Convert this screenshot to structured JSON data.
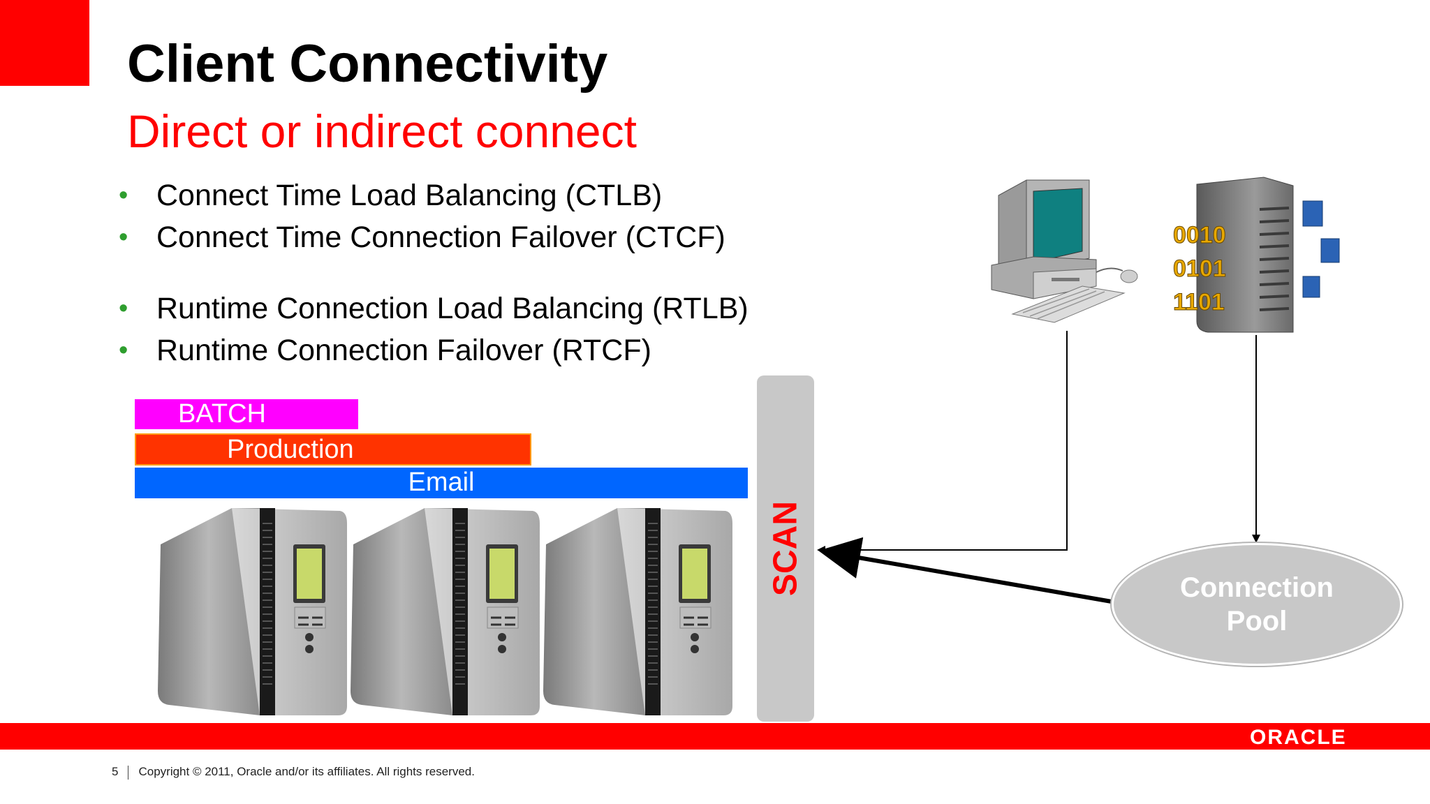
{
  "slide": {
    "title": "Client Connectivity",
    "subtitle": "Direct or indirect connect",
    "bullets": [
      "Connect Time Load Balancing (CTLB)",
      "Connect Time Connection Failover (CTCF)",
      "Runtime Connection Load Balancing (RTLB)",
      "Runtime Connection Failover (RTCF)"
    ]
  },
  "services": {
    "batch": "BATCH",
    "production": "Production",
    "email": "Email"
  },
  "scan_label": "SCAN",
  "pool_label": "Connection Pool",
  "server_code": [
    "0010",
    "0101",
    "1101"
  ],
  "footer": {
    "page_number": "5",
    "copyright": "Copyright © 2011, Oracle and/or its affiliates. All rights reserved.",
    "logo": "ORACLE"
  },
  "colors": {
    "accent_red": "#ff0000",
    "bullet_green": "#2e9e2e",
    "batch": "#ff00ff",
    "production": "#ff3300",
    "email": "#0066ff",
    "scan_gray": "#c8c8c8"
  }
}
